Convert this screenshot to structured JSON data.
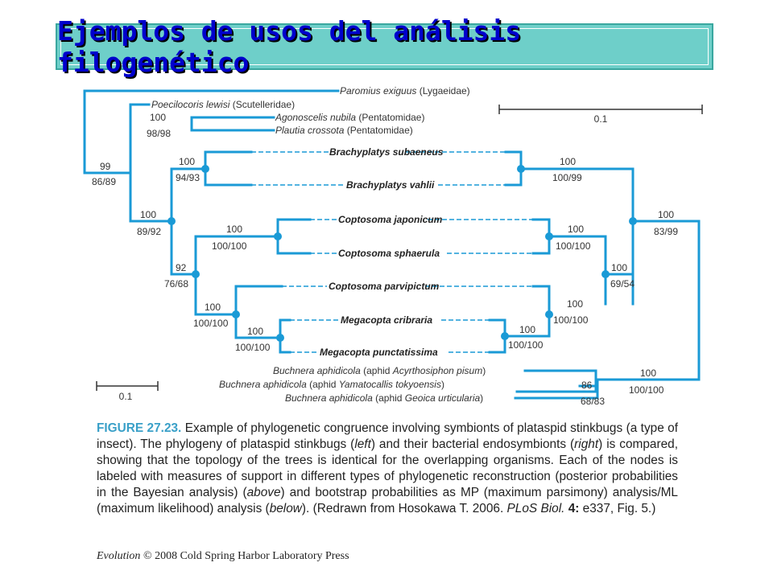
{
  "title": "Ejemplos de usos del análisis filogenético",
  "colors": {
    "branch": "#1a9ad6",
    "title_bg": "#6ecfc9",
    "title_text": "#0000cc",
    "caption_label": "#3aa0c8"
  },
  "taxa": {
    "paromius": {
      "name": "Paromius exiguus",
      "family": "(Lygaeidae)"
    },
    "poecilocoris": {
      "name": "Poecilocoris lewisi",
      "family": "(Scutelleridae)"
    },
    "agonoscelis": {
      "name": "Agonoscelis nubila",
      "family": "(Pentatomidae)"
    },
    "plautia": {
      "name": "Plautia crossota",
      "family": "(Pentatomidae)"
    },
    "b_subaeneus": "Brachyplatys subaeneus",
    "b_vahlii": "Brachyplatys vahlii",
    "c_japonicum": "Coptosoma japonicum",
    "c_sphaerula": "Coptosoma sphaerula",
    "c_parvipictum": "Coptosoma parvipictum",
    "m_cribraria": "Megacopta cribraria",
    "m_punctatissima": "Megacopta punctatissima",
    "buchnera_1": {
      "name": "Buchnera aphidicola",
      "host_pre": "(aphid ",
      "host": "Acyrthosiphon pisum",
      "host_post": ")"
    },
    "buchnera_2": {
      "name": "Buchnera aphidicola",
      "host_pre": "(aphid ",
      "host": "Yamatocallis tokyoensis",
      "host_post": ")"
    },
    "buchnera_3": {
      "name": "Buchnera aphidicola",
      "host_pre": "(aphid ",
      "host": "Geoica urticularia",
      "host_post": ")"
    }
  },
  "support_left": {
    "agon_plautia": [
      "100",
      "98/98"
    ],
    "outer": [
      "99",
      "86/89"
    ],
    "ingroup": [
      "100",
      "89/92"
    ],
    "brachyplatys": [
      "100",
      "94/93"
    ],
    "coptosoma_megacopta": [
      "92",
      "76/68"
    ],
    "coptosoma_jap_sph": [
      "100",
      "100/100"
    ],
    "parvi_mega": [
      "100",
      "100/100"
    ],
    "megacopta": [
      "100",
      "100/100"
    ]
  },
  "support_right": {
    "brachyplatys": [
      "100",
      "100/99"
    ],
    "symbionts": [
      "100",
      "83/99"
    ],
    "coptosoma_jap_sph": [
      "100",
      "100/100"
    ],
    "group": [
      "100",
      "69/54"
    ],
    "parvi_mega": [
      "100",
      "100/100"
    ],
    "megacopta": [
      "100",
      "100/100"
    ],
    "buchnera_yg": [
      "86",
      "68/83"
    ],
    "root": [
      "100",
      "100/100"
    ]
  },
  "scale_left": "0.1",
  "scale_right": "0.1",
  "caption": {
    "label": "FIGURE 27.23.",
    "t1": " Example of phylogenetic congruence involving symbionts of plataspid stinkbugs (a type of insect). The phylogeny of plataspid stinkbugs (",
    "left": "left",
    "t2": ") and their bacterial endosymbionts (",
    "right": "right",
    "t3": ") is compared, showing that the topology of the trees is identical for the overlapping organisms. Each of the nodes is labeled with measures of support in different types of phylogenetic reconstruction (posterior probabilities in the Bayesian analysis) (",
    "above": "above",
    "t4": ") and bootstrap probabilities as MP (maximum parsimony) analysis/ML (maximum likelihood) analysis (",
    "below": "below",
    "t5": "). (Redrawn from Hosokawa T. 2006. ",
    "journal": "PLoS Biol.",
    "t6": " ",
    "vol": "4:",
    "t7": " e337, Fig. 5.)"
  },
  "footer": {
    "book": "Evolution",
    "rest": " © 2008 Cold Spring Harbor Laboratory Press"
  }
}
